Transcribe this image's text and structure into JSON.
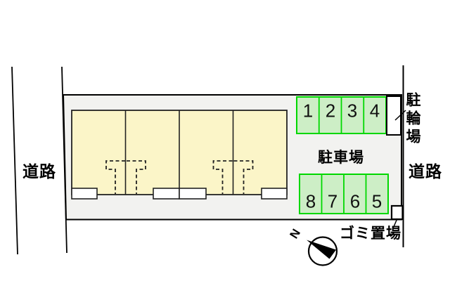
{
  "labels": {
    "road_left": "道路",
    "road_right": "道路",
    "parking_lot": "駐車場",
    "bicycle_parking": "駐輪場",
    "garbage_area": "ゴミ置場",
    "north": "N"
  },
  "parking_spots": {
    "top_row": [
      "1",
      "2",
      "3",
      "4"
    ],
    "bottom_row": [
      "8",
      "7",
      "6",
      "5"
    ]
  },
  "colors": {
    "plot_fill": "#f2f2f0",
    "building_fill": "#fbf5c8",
    "parking_fill": "#cdeec6",
    "parking_border": "#00d800"
  }
}
